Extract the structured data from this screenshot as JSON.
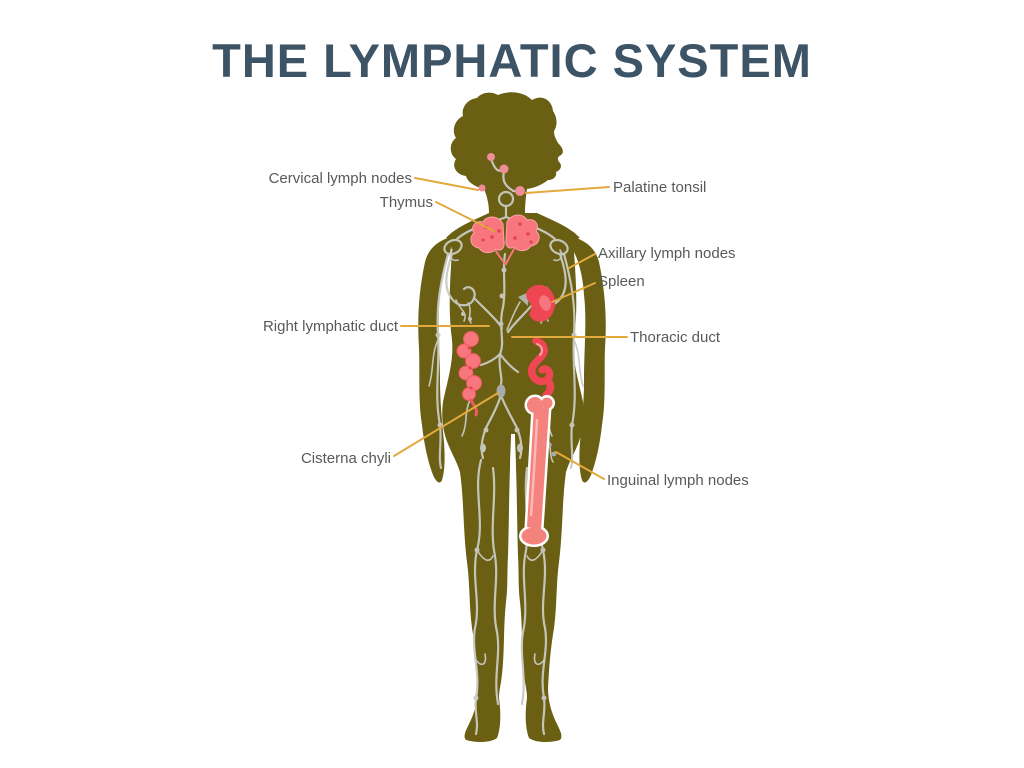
{
  "title": "THE LYMPHATIC SYSTEM",
  "colors": {
    "title": "#3d5366",
    "body": "#6a5f12",
    "vessel": "#c9cac2",
    "label": "#58595b",
    "leader": "#e2a93d",
    "organ": "#ee4753",
    "organ_mid": "#f8767e",
    "organ_light": "#fba4a9",
    "node_pink": "#ef8d99",
    "gray_node": "#a8aaad",
    "bone": "#f4827d"
  },
  "diagram": {
    "labels": [
      {
        "id": "cervical",
        "text": "Cervical lymph nodes",
        "side": "left"
      },
      {
        "id": "thymus",
        "text": "Thymus",
        "side": "left"
      },
      {
        "id": "palatine",
        "text": "Palatine tonsil",
        "side": "right"
      },
      {
        "id": "axillary",
        "text": "Axillary lymph nodes",
        "side": "right"
      },
      {
        "id": "spleen",
        "text": "Spleen",
        "side": "right"
      },
      {
        "id": "right_duct",
        "text": "Right lymphatic duct",
        "side": "left"
      },
      {
        "id": "thoracic",
        "text": "Thoracic duct",
        "side": "right"
      },
      {
        "id": "cisterna",
        "text": "Cisterna chyli",
        "side": "left"
      },
      {
        "id": "inguinal",
        "text": "Inguinal lymph nodes",
        "side": "right"
      }
    ]
  }
}
